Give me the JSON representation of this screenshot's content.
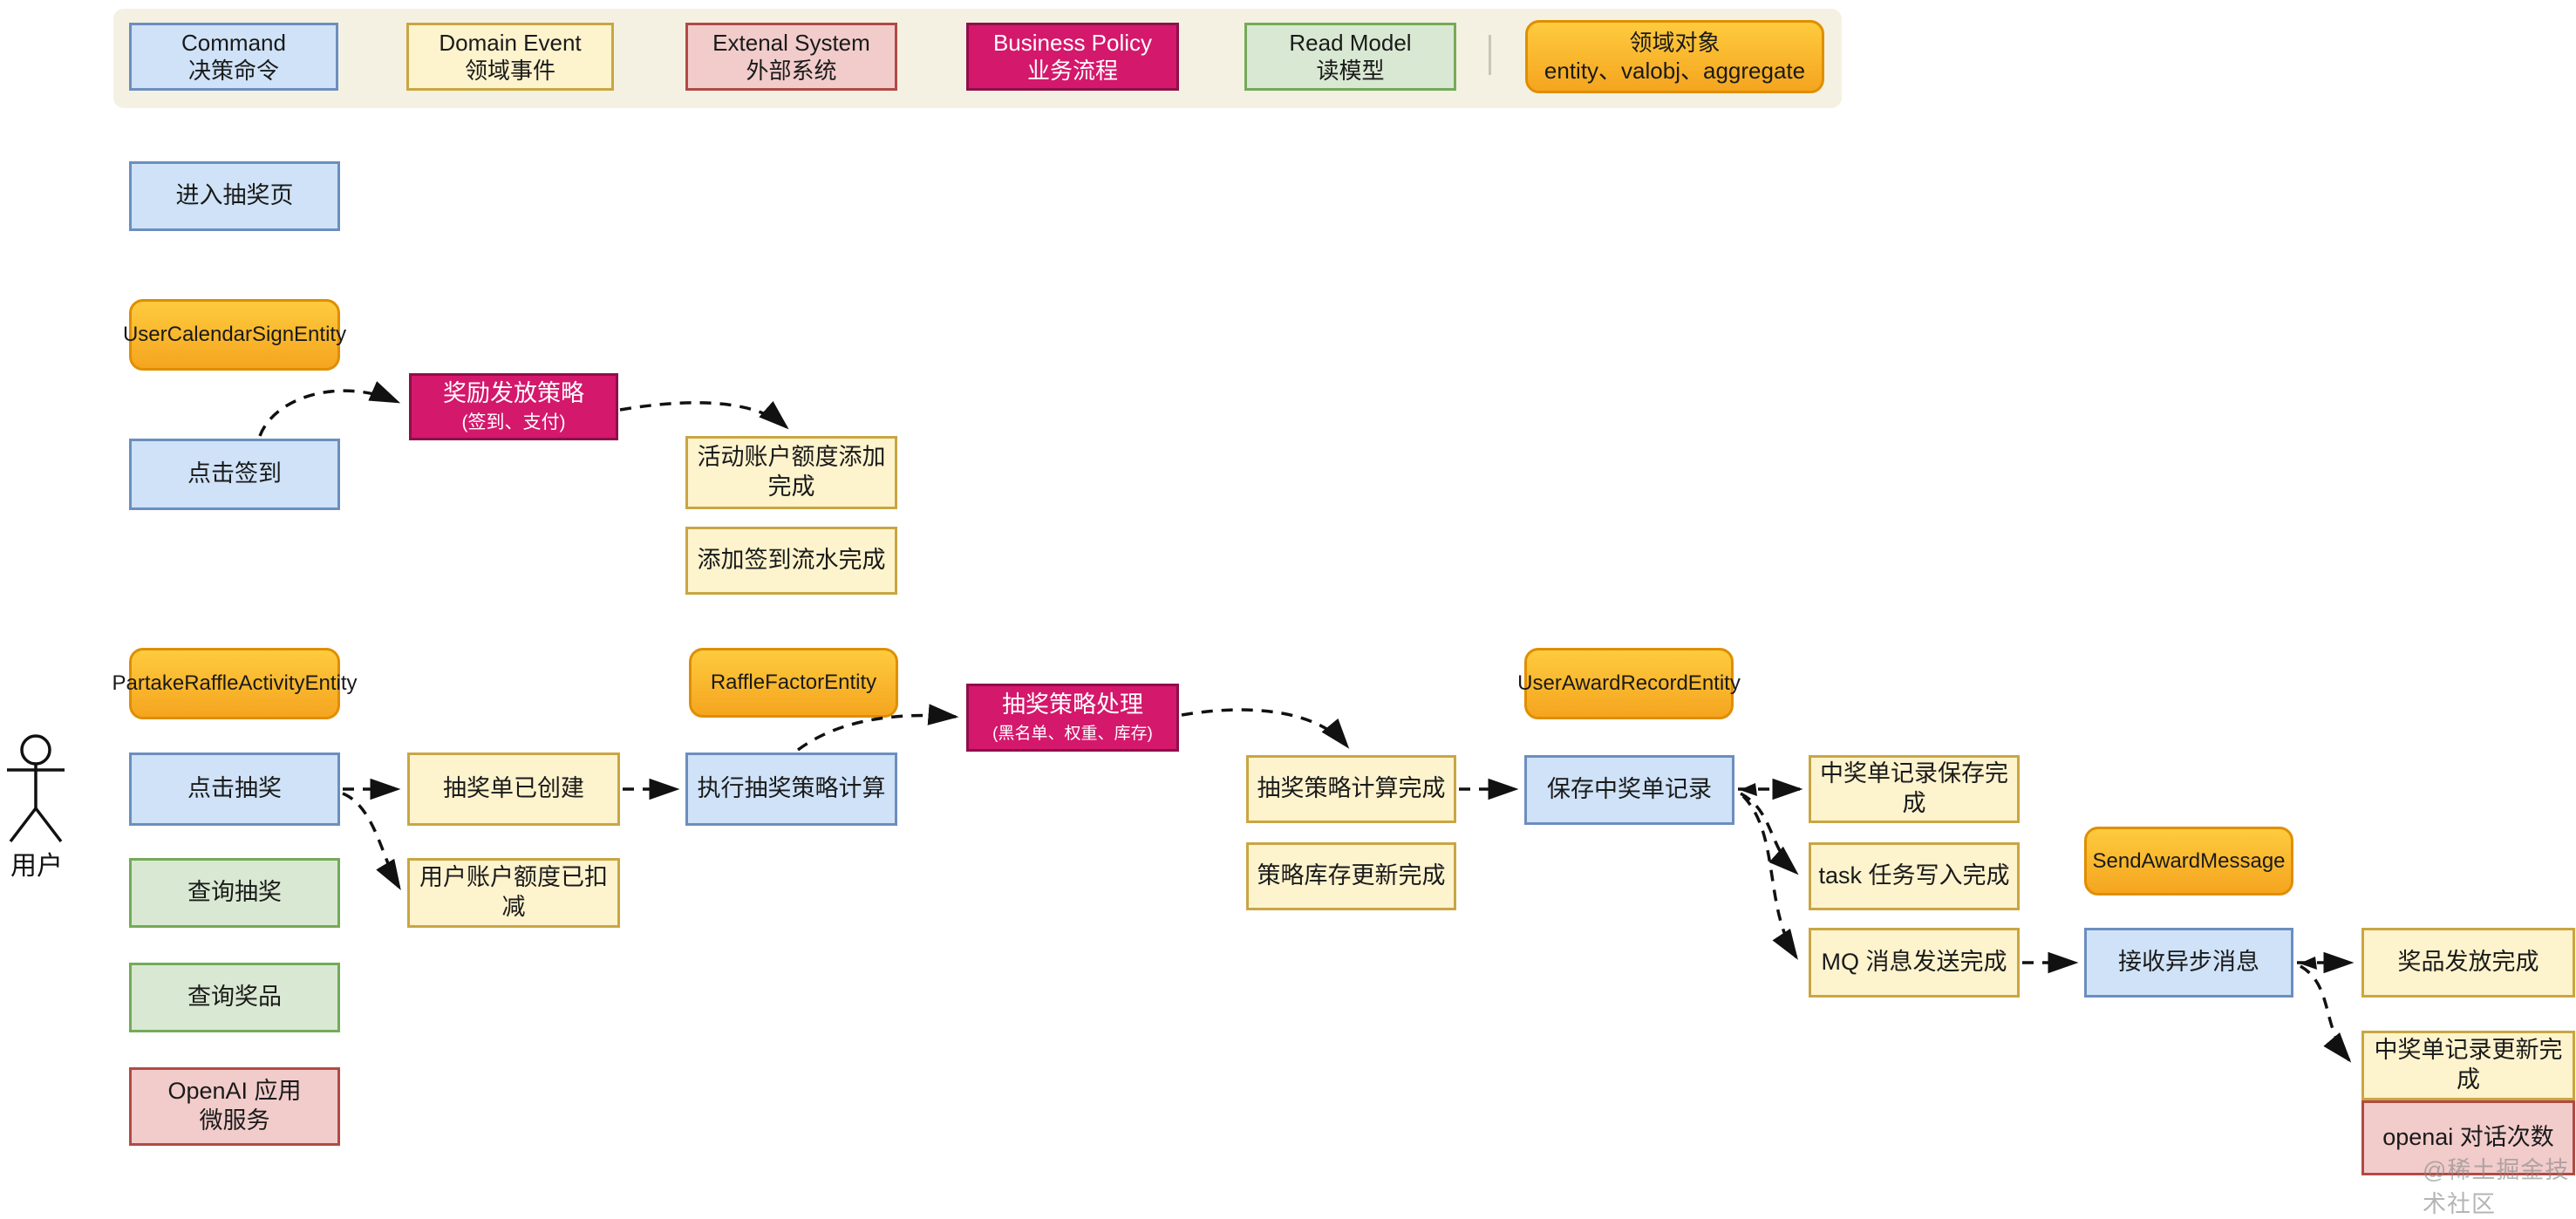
{
  "legend": {
    "items": [
      {
        "label": "Command\n决策命令",
        "type": "command"
      },
      {
        "label": "Domain Event\n领域事件",
        "type": "domain-event"
      },
      {
        "label": "Extenal System\n外部系统",
        "type": "external-system"
      },
      {
        "label": "Business Policy\n业务流程",
        "type": "business-policy"
      },
      {
        "label": "Read Model\n读模型",
        "type": "read-model"
      },
      {
        "label": "领域对象\nentity、valobj、aggregate",
        "type": "domain-object"
      }
    ]
  },
  "actor": {
    "label": "用户"
  },
  "nodes": {
    "enter_raffle_page": "进入抽奖页",
    "user_calendar_sign_entity": "UserCalendarSignEntity",
    "click_sign_in": "点击签到",
    "reward_policy_title": "奖励发放策略",
    "reward_policy_sub": "(签到、支付)",
    "account_quota_added": "活动账户额度添加完成",
    "sign_flow_added": "添加签到流水完成",
    "partake_raffle_activity_entity": "PartakeRaffleActivityEntity",
    "click_raffle": "点击抽奖",
    "raffle_order_created": "抽奖单已创建",
    "user_quota_deducted": "用户账户额度已扣减",
    "raffle_factor_entity": "RaffleFactorEntity",
    "exec_raffle_calc": "执行抽奖策略计算",
    "raffle_policy_title": "抽奖策略处理",
    "raffle_policy_sub": "(黑名单、权重、库存)",
    "raffle_calc_done": "抽奖策略计算完成",
    "stock_update_done": "策略库存更新完成",
    "user_award_record_entity": "UserAwardRecordEntity",
    "save_award_record": "保存中奖单记录",
    "award_record_saved": "中奖单记录保存完成",
    "task_write_done": "task 任务写入完成",
    "mq_sent_done": "MQ 消息发送完成",
    "send_award_message": "SendAwardMessage",
    "receive_async_msg": "接收异步消息",
    "award_send_done": "奖品发放完成",
    "award_record_updated": "中奖单记录更新完成",
    "openai_chat_count": "openai 对话次数",
    "query_raffle": "查询抽奖",
    "query_award": "查询奖品",
    "openai_app": "OpenAI 应用\n微服务"
  },
  "watermark": "@稀土掘金技术社区",
  "colors": {
    "command_fill": "#CFE2F7",
    "command_border": "#6C8EBF",
    "event_fill": "#FDF3CD",
    "event_border": "#C9A643",
    "external_fill": "#F1CCCB",
    "external_border": "#B04A45",
    "policy_fill": "#D4186C",
    "policy_border": "#8E0F4A",
    "read_model_fill": "#D9E8D2",
    "read_model_border": "#74AA58",
    "entity_fill_top": "#FECB3E",
    "entity_fill_bottom": "#F5A51F",
    "entity_border": "#E08E00",
    "legend_band": "#F5F1E2"
  }
}
